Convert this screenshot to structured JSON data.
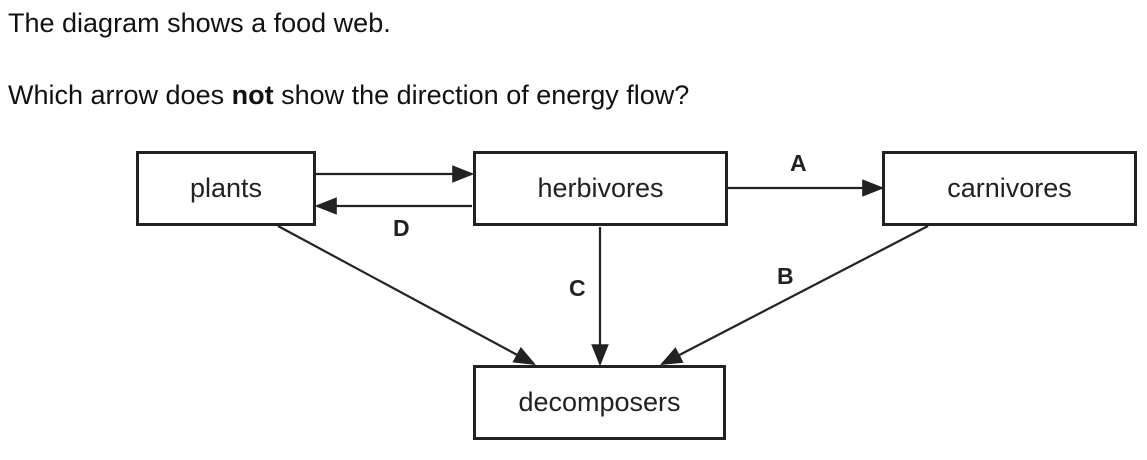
{
  "intro": "The diagram shows a food web.",
  "question": {
    "before": "Which arrow does ",
    "emphasis": "not",
    "after": " show the direction of energy flow?"
  },
  "nodes": {
    "plants": "plants",
    "herbivores": "herbivores",
    "carnivores": "carnivores",
    "decomposers": "decomposers"
  },
  "arrow_labels": {
    "a": "A",
    "b": "B",
    "c": "C",
    "d": "D"
  },
  "colors": {
    "stroke": "#222222",
    "text": "#111111"
  }
}
